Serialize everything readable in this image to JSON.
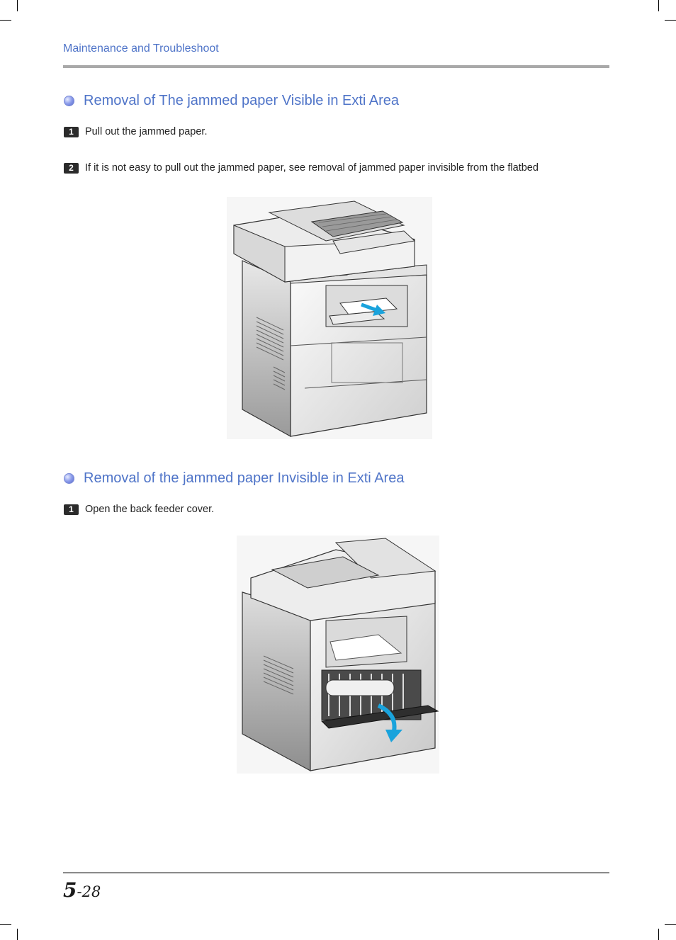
{
  "header": {
    "title": "Maintenance and Troubleshoot"
  },
  "section1": {
    "title": "Removal of The jammed paper Visible in Exti Area",
    "steps": [
      {
        "num": "1",
        "text": "Pull out the jammed paper."
      },
      {
        "num": "2",
        "text": "If it is not easy to pull out the jammed paper, see removal of jammed paper invisible from the flatbed"
      }
    ]
  },
  "section2": {
    "title": "Removal of the jammed paper Invisible in Exti Area",
    "steps": [
      {
        "num": "1",
        "text": "Open the back feeder cover."
      }
    ]
  },
  "footer": {
    "chapter": "5",
    "page": "-28"
  },
  "colors": {
    "heading": "#4f74c8",
    "arrow": "#1aa3dc",
    "rule": "#a9a9a9"
  }
}
